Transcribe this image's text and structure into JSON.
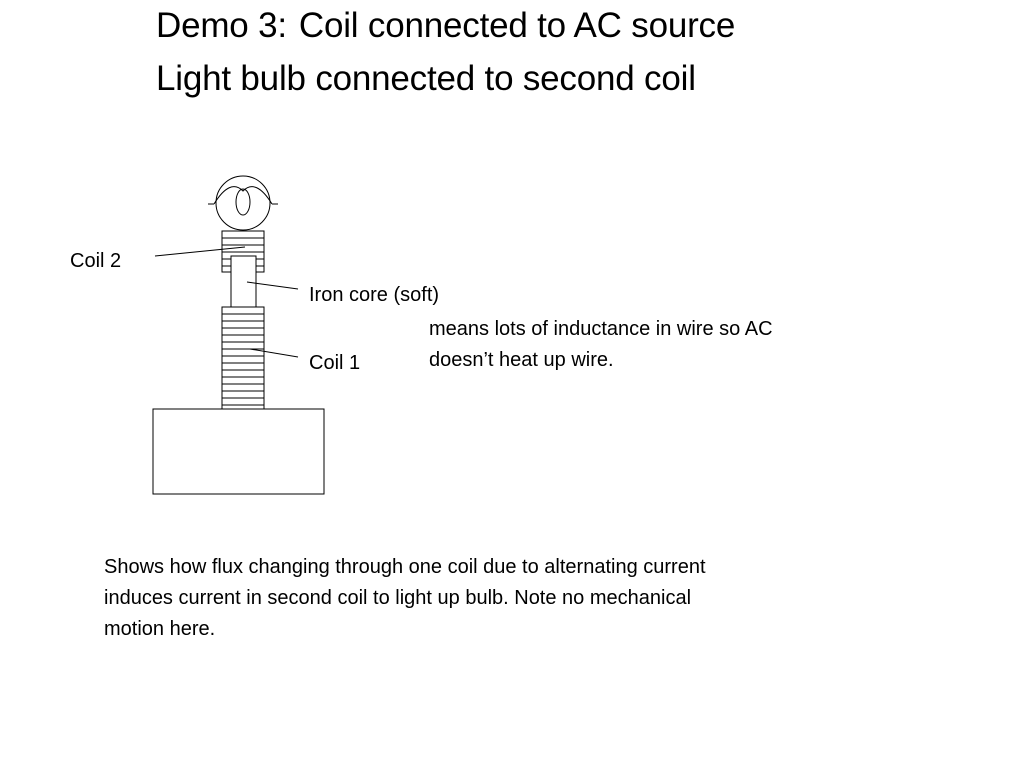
{
  "title": {
    "line1_prefix": "Demo 3:",
    "line1_rest": "Coil connected to AC source",
    "line2": "Light bulb connected to second coil"
  },
  "labels": {
    "coil2": "Coil 2",
    "iron_core": "Iron core (soft)",
    "coil1": "Coil 1"
  },
  "inductance_note": {
    "line1": "means lots of inductance in wire so AC",
    "line2": "doesn’t heat up wire."
  },
  "summary": {
    "line1": "Shows how flux changing through one coil due to alternating current",
    "line2": "induces current in second coil to light up bulb. Note no mechanical",
    "line3": "motion here."
  }
}
